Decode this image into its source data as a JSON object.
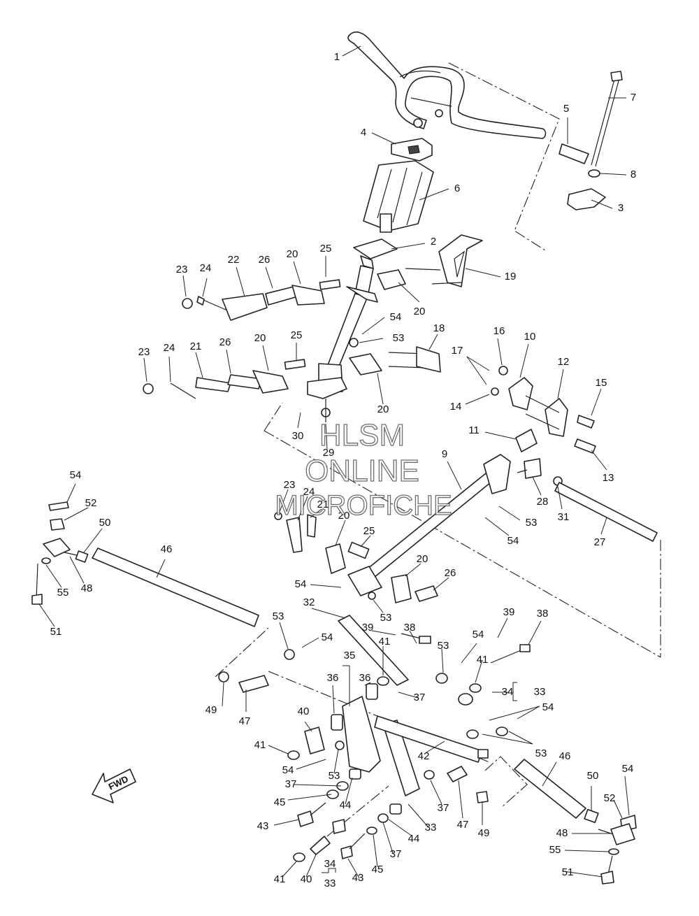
{
  "watermark": {
    "line1": "HLSM",
    "line2": "ONLINE",
    "line3": "MICROFICHE"
  },
  "fwd_label": "FWD",
  "callouts": [
    {
      "label": "1"
    },
    {
      "label": "4"
    },
    {
      "label": "6"
    },
    {
      "label": "2"
    },
    {
      "label": "5"
    },
    {
      "label": "7"
    },
    {
      "label": "8"
    },
    {
      "label": "3"
    },
    {
      "label": "19"
    },
    {
      "label": "25"
    },
    {
      "label": "20"
    },
    {
      "label": "26"
    },
    {
      "label": "22"
    },
    {
      "label": "24"
    },
    {
      "label": "23"
    },
    {
      "label": "20"
    },
    {
      "label": "54"
    },
    {
      "label": "53"
    },
    {
      "label": "18"
    },
    {
      "label": "20"
    },
    {
      "label": "25"
    },
    {
      "label": "26"
    },
    {
      "label": "21"
    },
    {
      "label": "24"
    },
    {
      "label": "23"
    },
    {
      "label": "20"
    },
    {
      "label": "16"
    },
    {
      "label": "10"
    },
    {
      "label": "17"
    },
    {
      "label": "12"
    },
    {
      "label": "14"
    },
    {
      "label": "15"
    },
    {
      "label": "11"
    },
    {
      "label": "13"
    },
    {
      "label": "30"
    },
    {
      "label": "29"
    },
    {
      "label": "9"
    },
    {
      "label": "28"
    },
    {
      "label": "31"
    },
    {
      "label": "27"
    },
    {
      "label": "53"
    },
    {
      "label": "54"
    },
    {
      "label": "23"
    },
    {
      "label": "24"
    },
    {
      "label": "21"
    },
    {
      "label": "20"
    },
    {
      "label": "25"
    },
    {
      "label": "20"
    },
    {
      "label": "26"
    },
    {
      "label": "54"
    },
    {
      "label": "53"
    },
    {
      "label": "54"
    },
    {
      "label": "52"
    },
    {
      "label": "50"
    },
    {
      "label": "55"
    },
    {
      "label": "48"
    },
    {
      "label": "51"
    },
    {
      "label": "46"
    },
    {
      "label": "32"
    },
    {
      "label": "39"
    },
    {
      "label": "38"
    },
    {
      "label": "53"
    },
    {
      "label": "54"
    },
    {
      "label": "53"
    },
    {
      "label": "54"
    },
    {
      "label": "39"
    },
    {
      "label": "38"
    },
    {
      "label": "41"
    },
    {
      "label": "35"
    },
    {
      "label": "36"
    },
    {
      "label": "36"
    },
    {
      "label": "41"
    },
    {
      "label": "37"
    },
    {
      "label": "34"
    },
    {
      "label": "33"
    },
    {
      "label": "49"
    },
    {
      "label": "47"
    },
    {
      "label": "40"
    },
    {
      "label": "54"
    },
    {
      "label": "41"
    },
    {
      "label": "53"
    },
    {
      "label": "42"
    },
    {
      "label": "54"
    },
    {
      "label": "53"
    },
    {
      "label": "37"
    },
    {
      "label": "45"
    },
    {
      "label": "43"
    },
    {
      "label": "44"
    },
    {
      "label": "37"
    },
    {
      "label": "47"
    },
    {
      "label": "49"
    },
    {
      "label": "46"
    },
    {
      "label": "50"
    },
    {
      "label": "54"
    },
    {
      "label": "52"
    },
    {
      "label": "48"
    },
    {
      "label": "55"
    },
    {
      "label": "51"
    },
    {
      "label": "33"
    },
    {
      "label": "44"
    },
    {
      "label": "37"
    },
    {
      "label": "45"
    },
    {
      "label": "43"
    },
    {
      "label": "34"
    },
    {
      "label": "33"
    },
    {
      "label": "40"
    },
    {
      "label": "41"
    }
  ]
}
